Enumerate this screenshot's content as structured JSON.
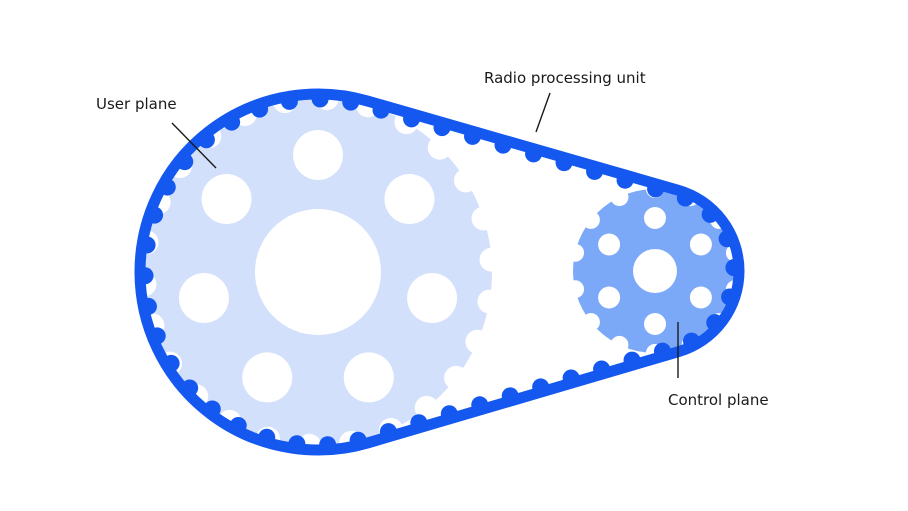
{
  "labels": {
    "user_plane": "User plane",
    "radio_processing_unit": "Radio processing unit",
    "control_plane": "Control plane"
  },
  "colors": {
    "belt": "#1558f0",
    "large_gear": "#d2e0fb",
    "small_gear": "#7ca8f8",
    "background": "#ffffff",
    "text": "#1a1a1a"
  }
}
